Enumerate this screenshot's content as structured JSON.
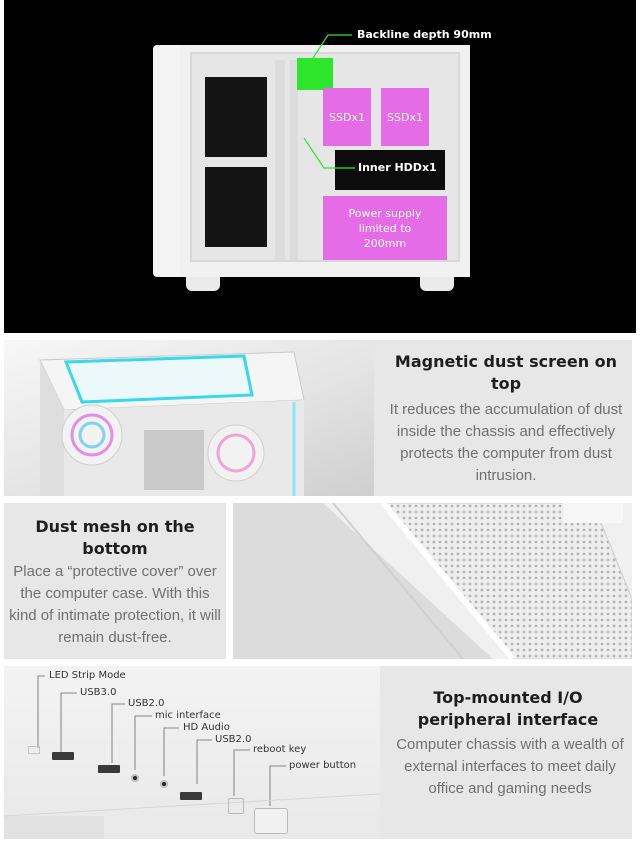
{
  "diagram": {
    "callouts": {
      "backline_depth": "Backline depth 90mm",
      "ssd_left": "SSDx1",
      "ssd_right": "SSDx1",
      "inner_hdd": "Inner HDDx1",
      "power_supply": "Power supply limited to 200mm"
    },
    "colors": {
      "background": "#000000",
      "backline_highlight": "#2ee52e",
      "storage_highlight": "#e66be6"
    }
  },
  "features": [
    {
      "title": "Magnetic dust screen on top",
      "description": "It reduces the accumulation of dust inside the chassis and effectively protects the computer from dust intrusion."
    },
    {
      "title": "Dust mesh on the bottom",
      "description": "Place a “protective cover” over the computer case. With this kind of intimate protection, it will remain dust-free."
    },
    {
      "title": "Top-mounted I/O peripheral interface",
      "description": "Computer chassis with a wealth of external interfaces to meet daily office and gaming needs"
    }
  ],
  "io_panel": {
    "labels": [
      "LED Strip Mode",
      "USB3.0",
      "USB2.0",
      "mic interface",
      "HD Audio",
      "USB2.0",
      "reboot key",
      "power button"
    ]
  }
}
